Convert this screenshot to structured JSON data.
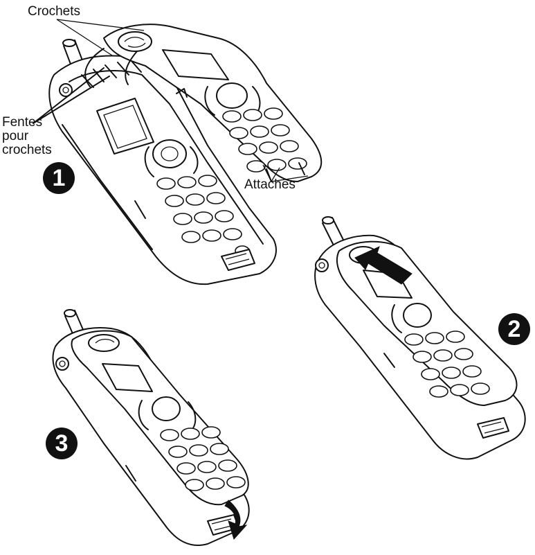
{
  "labels": {
    "crochets": "Crochets",
    "fentes_line1": "Fentes",
    "fentes_line2": "pour",
    "fentes_line3": "crochets",
    "attaches": "Attaches"
  },
  "steps": [
    "1",
    "2",
    "3"
  ],
  "colors": {
    "ink": "#111111",
    "paper": "#ffffff"
  }
}
